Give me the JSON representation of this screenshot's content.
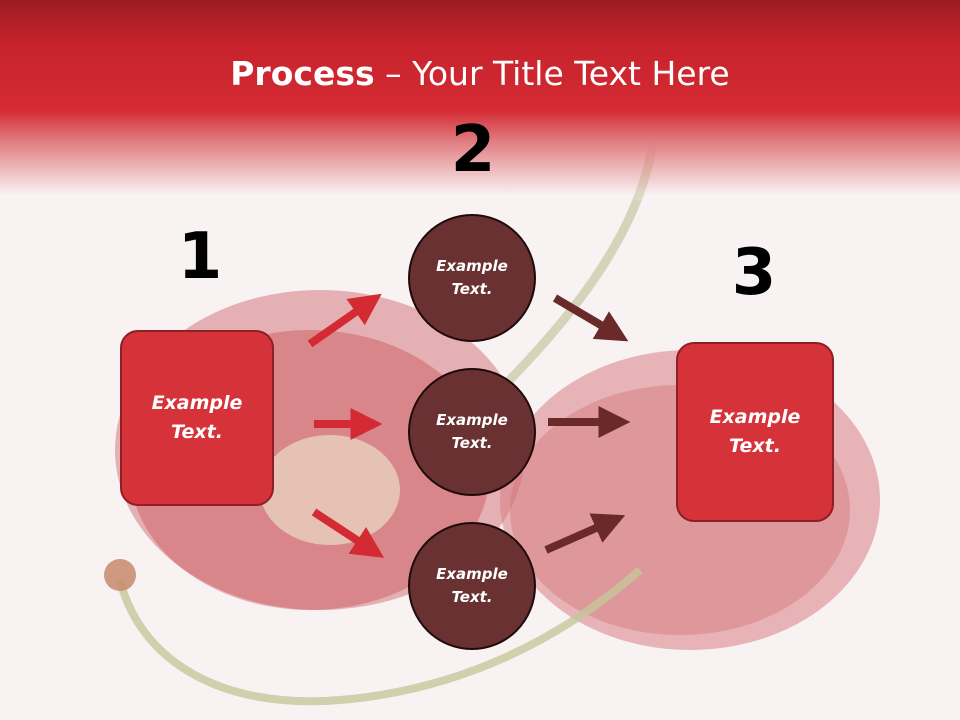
{
  "title": {
    "bold": "Process",
    "rest": " – Your Title Text Here"
  },
  "steps": {
    "one": "1",
    "two": "2",
    "three": "3"
  },
  "left_box": {
    "text": "Example\nText."
  },
  "circles": [
    {
      "text": "Example\nText."
    },
    {
      "text": "Example\nText."
    },
    {
      "text": "Example\nText."
    }
  ],
  "right_box": {
    "text": "Example\nText."
  },
  "colors": {
    "header": "#c7232d",
    "box": "#d5323a",
    "circle": "#693131",
    "arrow_red": "#d42a33",
    "arrow_dark": "#6b2a2a"
  }
}
